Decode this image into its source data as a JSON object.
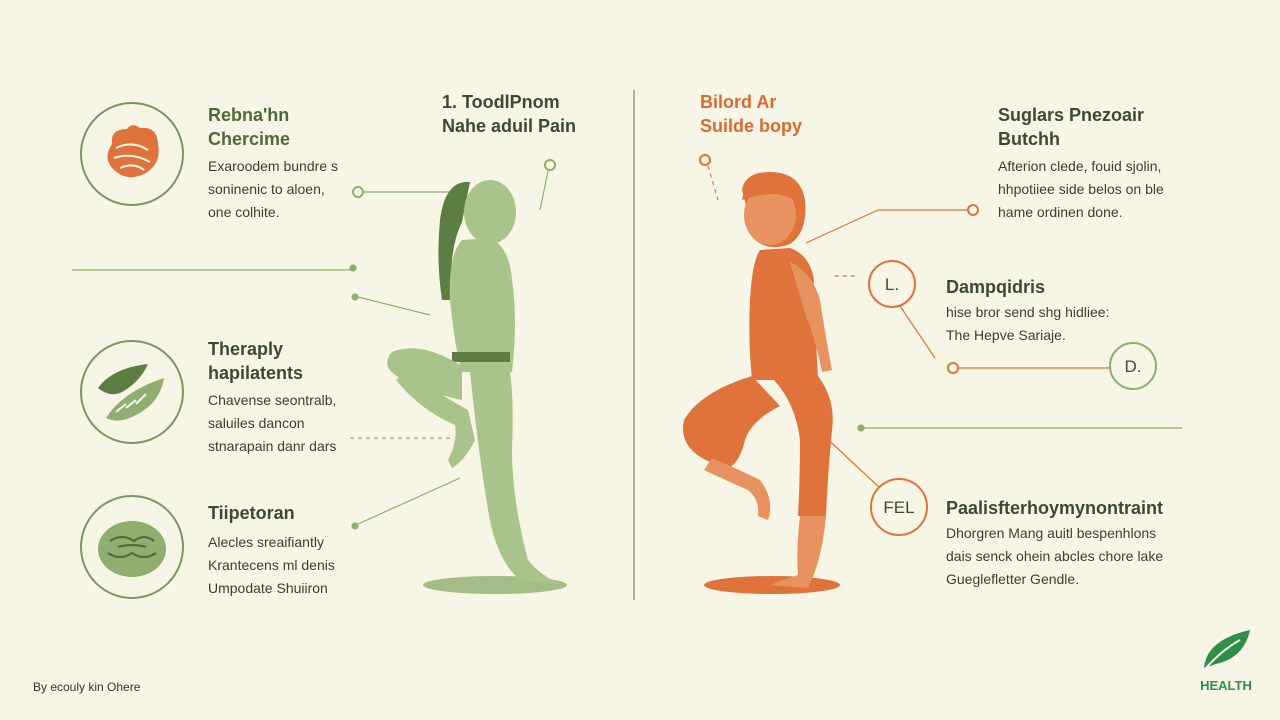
{
  "left_header": {
    "line1": "1. ToodlPnom",
    "line2": "Nahe aduil Pain"
  },
  "right_header": {
    "line1": "Bilord Ar",
    "line2": "Suilde bopy"
  },
  "left_items": [
    {
      "title1": "Rebna'hn",
      "title2": "Chercime",
      "lines": [
        "Exaroodem bundre s",
        "soninenic to aloen,",
        "one colhite."
      ],
      "icon": "stomach-icon"
    },
    {
      "title1": "Theraply",
      "title2": "hapilatents",
      "lines": [
        "Chavense seontralb,",
        "saluiles dancon",
        "stnarapain danr dars"
      ],
      "icon": "leaf-icon"
    },
    {
      "title1": "Tiipetoran",
      "title2": "",
      "lines": [
        "Alecles sreaifiantly",
        "Krantecens ml denis",
        "Umpodate Shuiiron"
      ],
      "icon": "brain-icon"
    }
  ],
  "right_items": [
    {
      "title1": "Suglars Pnezoair",
      "title2": "Butchh",
      "lines": [
        "Afterion clede, fouid sjolin,",
        "hhpotiiee side belos on ble",
        "hame ordinen done."
      ]
    },
    {
      "title1": "Dampqidris",
      "title2": "",
      "lines": [
        "hise bror send shg hidliee:",
        "The Hepve Sariaje."
      ]
    },
    {
      "title1": "Paalisfterhoymynontraint",
      "title2": "",
      "lines": [
        "Dhorgren Mang auitl bespenhlons",
        "dais senck ohein abcles chore lake",
        "Gueglefletter Gendle."
      ]
    }
  ],
  "markers": {
    "m1": "L.",
    "m2": "D.",
    "m3": "FEL"
  },
  "footer_credit": "By ecouly kin Ohere",
  "logo_text": "HEALTH",
  "colors": {
    "background": "#f7f6e6",
    "green": "#8fae6f",
    "green_dark": "#4d6a38",
    "orange": "#e0733b",
    "orange_text": "#d86a32"
  }
}
